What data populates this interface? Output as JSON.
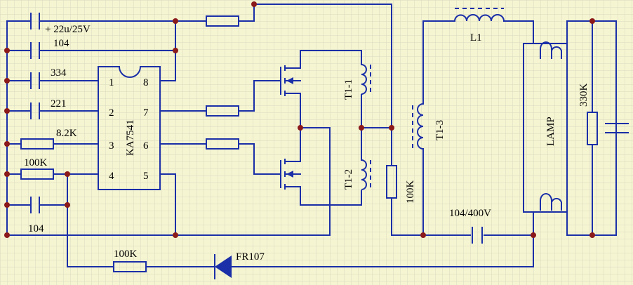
{
  "labels": {
    "cap_22u": "+ 22u/25V",
    "cap_104_top": "104",
    "cap_334": "334",
    "cap_221": "221",
    "res_82k": "8.2K",
    "res_100k_left": "100K",
    "cap_104_bottom": "104",
    "ic": "KA7541",
    "t11": "T1-1",
    "t12": "T1-2",
    "t13": "T1-3",
    "res_100k_mid": "100K",
    "l1": "L1",
    "cap_104_400v": "104/400V",
    "lamp": "LAMP",
    "res_330k": "330K",
    "res_100k_bottom": "100K",
    "diode": "FR107"
  },
  "ic_pins": [
    "1",
    "2",
    "3",
    "4",
    "8",
    "7",
    "6",
    "5"
  ],
  "colors": {
    "background": "#f5f5d2",
    "wire": "#1b2fa8",
    "junction": "#8b1a1a",
    "grid": "#d9d9c0"
  }
}
